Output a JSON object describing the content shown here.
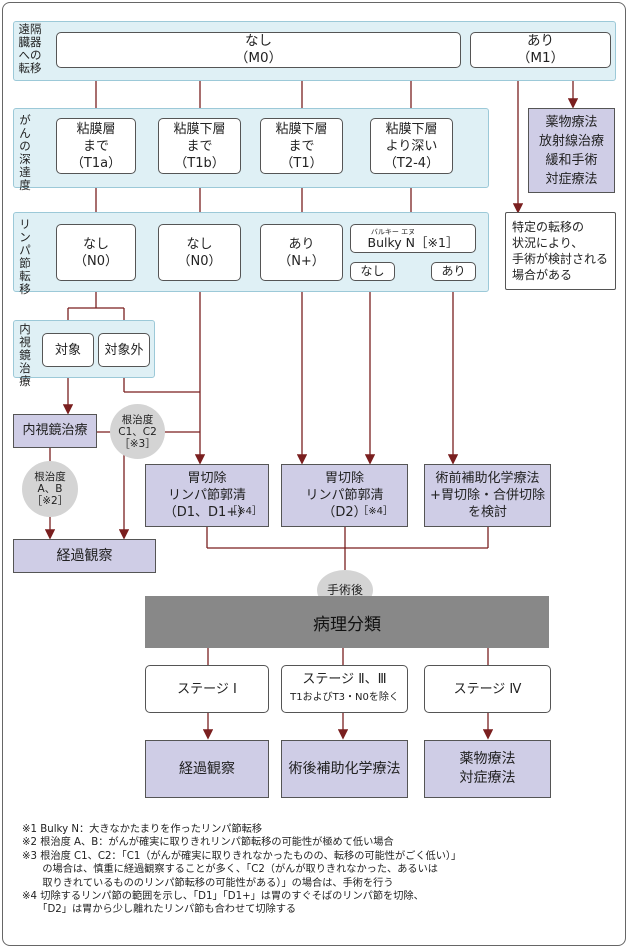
{
  "rows": {
    "metastasis": "遠隔臓器への転移",
    "depth": "がんの深達度",
    "lymph": "リンパ節転移",
    "endoscopic": "内視鏡治療"
  },
  "metastasis": {
    "m0": "なし\n（M0）",
    "m1": "あり\n（M1）",
    "m1_treatment": "薬物療法\n放射線治療\n緩和手術\n対症療法",
    "m1_note": "特定の転移の\n状況により、\n手術が検討される\n場合がある"
  },
  "depth": {
    "t1a": "粘膜層\nまで\n（T1a）",
    "t1b": "粘膜下層\nまで\n（T1b）",
    "t1": "粘膜下層\nまで\n（T1）",
    "t24": "粘膜下層\nより深い\n（T2-4）"
  },
  "lymph": {
    "n0a": "なし\n（N0）",
    "n0b": "なし\n（N0）",
    "nplus": "あり\n（N+）",
    "bulky_ruby": "バルキー エヌ",
    "bulky": "Bulky N［※1］",
    "bulky_no": "なし",
    "bulky_yes": "あり"
  },
  "endoscopic": {
    "target": "対象",
    "nontarget": "対象外"
  },
  "treatment": {
    "endoscopic": "内視鏡治療",
    "cure_c": "根治度\nC1、C2\n［※3］",
    "cure_ab": "根治度\nA、B［※2］",
    "gastrectomy_d1": "胃切除\nリンパ節郭清\n（D1、D1+）",
    "gastrectomy_d1_note": "［※4］",
    "gastrectomy_d2": "胃切除\nリンパ節郭清\n（D2）",
    "gastrectomy_d2_note": "［※4］",
    "neoadjuvant": "術前補助化学療法\n+胃切除・合併切除\nを検討",
    "observation": "経過観察"
  },
  "post": {
    "after_surgery": "手術後",
    "pathology": "病理分類",
    "stage1": "ステージ Ⅰ",
    "stage23": "ステージ Ⅱ、Ⅲ",
    "stage23_sub": "T1およびT3・N0を除く",
    "stage4": "ステージ Ⅳ",
    "stage1_tx": "経過観察",
    "stage23_tx": "術後補助化学療法",
    "stage4_tx": "薬物療法\n対症療法"
  },
  "notes": [
    "※1 Bulky N：大きなかたまりを作ったリンパ節転移",
    "※2 根治度 A、B：がんが確実に取りきれリンパ節転移の可能性が極めて低い場合",
    "※3 根治度 C1、C2：「C1（がんが確実に取りきれなかったものの、転移の可能性がごく低い）」\n　　の場合は、慎重に経過観察することが多く、「C2（がんが取りきれなかった、あるいは\n　　取りきれているもののリンパ節転移の可能性がある）」の場合は、手術を行う",
    "※4 切除するリンパ節の範囲を示し、「D1」「D1+」は胃のすぐそばのリンパ節を切除、\n　　「D2」は胃から少し離れたリンパ節も合わせて切除する"
  ],
  "colors": {
    "band": "#dff0f5",
    "treatment": "#cfcde6",
    "pathology": "#888888",
    "arrow": "#7a1f1f"
  }
}
